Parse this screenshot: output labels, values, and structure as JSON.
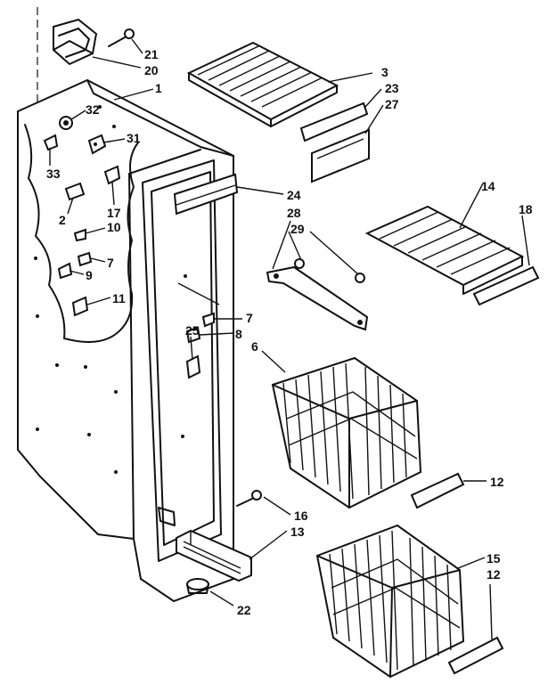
{
  "callouts": {
    "c21": "21",
    "c20": "20",
    "c1": "1",
    "c3": "3",
    "c23": "23",
    "c27": "27",
    "c32": "32",
    "c31": "31",
    "c33": "33",
    "c17": "17",
    "c2": "2",
    "c24": "24",
    "c28": "28",
    "c29": "29",
    "c14": "14",
    "c18": "18",
    "c10": "10",
    "c7a": "7",
    "c9": "9",
    "c11": "11",
    "c7b": "7",
    "c8": "8",
    "c25": "25",
    "c6": "6",
    "c12a": "12",
    "c16": "16",
    "c13": "13",
    "c15": "15",
    "c12b": "12",
    "c22": "22"
  }
}
